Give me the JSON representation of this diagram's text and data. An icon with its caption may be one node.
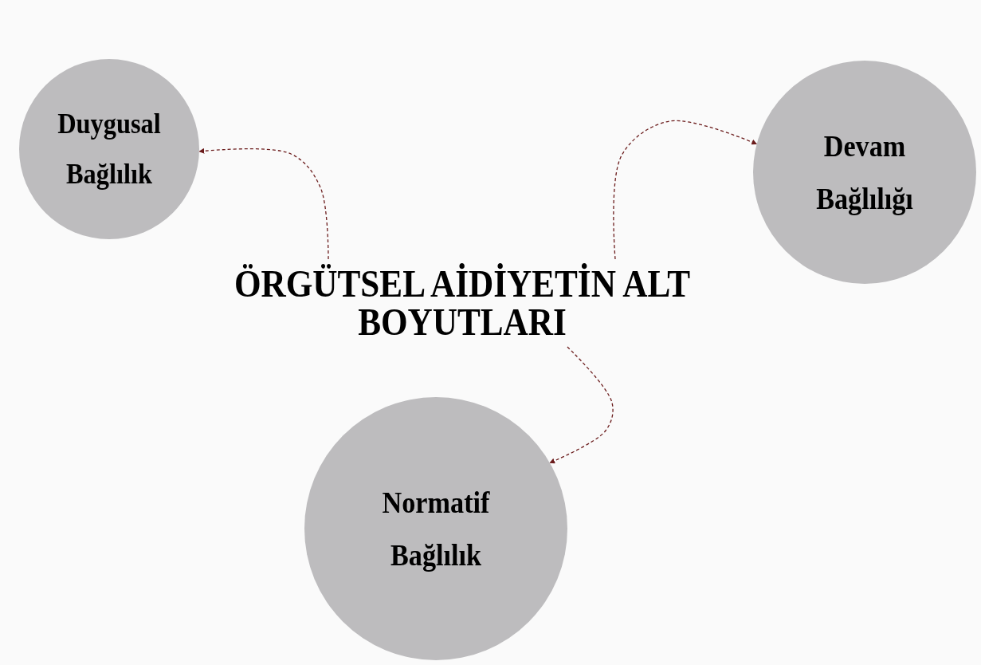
{
  "diagram": {
    "nodes": [
      {
        "text": [
          "ÖRGÜTSEL AİDİYETİN ALT BOYUTLARI"
        ]
      },
      {
        "text": [
          "Duygusal Bağlılık"
        ]
      },
      {
        "text": [
          "Devam Bağlılığı"
        ]
      },
      {
        "text": [
          "Normatif Bağlılık"
        ]
      }
    ],
    "edges": [
      {
        "from": 0,
        "to": 1,
        "arrow": "to",
        "style": "dashed",
        "color": "#6b1c1c"
      },
      {
        "from": 0,
        "to": 2,
        "arrow": "to",
        "style": "dashed",
        "color": "#6b1c1c"
      },
      {
        "from": 0,
        "to": 3,
        "arrow": "to",
        "style": "dashed",
        "color": "#6b1c1c"
      }
    ]
  }
}
